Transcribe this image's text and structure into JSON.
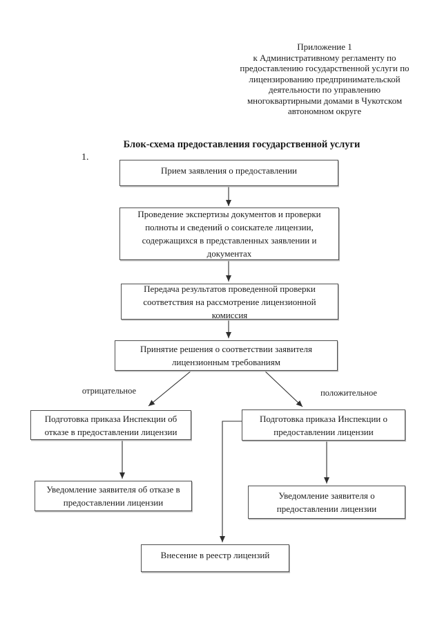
{
  "header": {
    "appendix": "Приложение 1\nк Административному регламенту по\nпредоставлению государственной услуги по\nлицензированию предпринимательской\nдеятельности по управлению\nмногоквартирными домами в Чукотском\nавтономном округе",
    "title": "Блок-схема предоставления государственной услуги",
    "list_number": "1."
  },
  "flowchart": {
    "steps": [
      {
        "id": "reception",
        "text": "Прием заявления о предоставлении"
      },
      {
        "id": "expertise",
        "text": "Проведение экспертизы документов и проверки полноты и сведений о соискателе лицензии, содержащихся в представленных заявлении и документах"
      },
      {
        "id": "transfer",
        "text": "Передача результатов проведенной проверки соответствия на рассмотрение лицензионной комиссия"
      },
      {
        "id": "decision",
        "text": "Принятие решения о соответствии заявителя лицензионным требованиям"
      },
      {
        "id": "order-refusal",
        "text": "Подготовка приказа Инспекции об отказе в предоставлении лицензии"
      },
      {
        "id": "order-grant",
        "text": "Подготовка приказа Инспекции о предоставлении лицензии"
      },
      {
        "id": "notice-refusal",
        "text": "Уведомление заявителя об отказе в предоставлении лицензии"
      },
      {
        "id": "notice-grant",
        "text": "Уведомление заявителя о предоставлении лицензии"
      },
      {
        "id": "registry",
        "text": "Внесение в реестр лицензий"
      }
    ],
    "branch_labels": {
      "negative": "отрицательное",
      "positive": "положительное"
    },
    "colors": {
      "line": "#2f2f2f",
      "box_border": "#4e4e4e",
      "text": "#1c1c1c",
      "background": "#ffffff"
    }
  }
}
